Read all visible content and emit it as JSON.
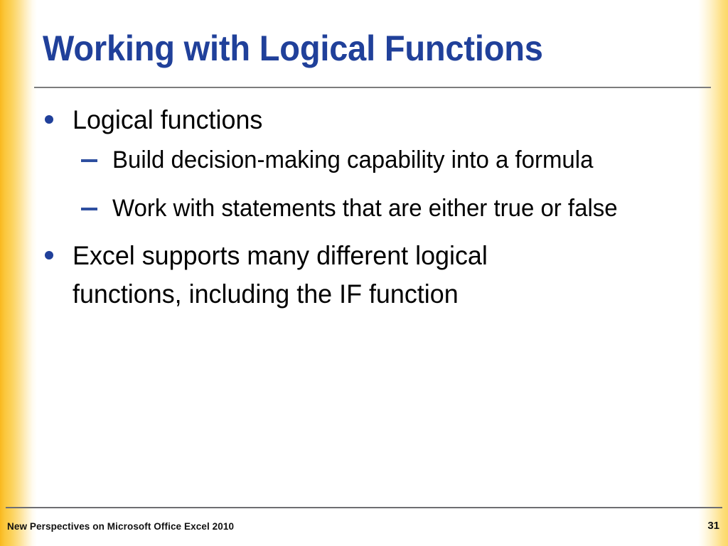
{
  "slide": {
    "title": "Working with Logical Functions",
    "title_color": "#20409A",
    "background_color": "#FFFFFF",
    "accent_gradient_color": "#F9B81E",
    "bullet_marker_color": "#20409A",
    "divider_color": "#7D7D7D",
    "body": [
      {
        "level": 1,
        "marker": "round-bullet",
        "text": "Logical functions"
      },
      {
        "level": 2,
        "marker": "dash-bullet",
        "text": "Build decision-making capability into a formula"
      },
      {
        "level": 2,
        "marker": "dash-bullet",
        "text": "Work with statements that are either true or false"
      },
      {
        "level": 1,
        "marker": "round-bullet",
        "text": "Excel supports many different logical functions, including the IF function"
      }
    ]
  },
  "footer": {
    "source": "New Perspectives on Microsoft Office Excel 2010",
    "page_number": "31"
  }
}
